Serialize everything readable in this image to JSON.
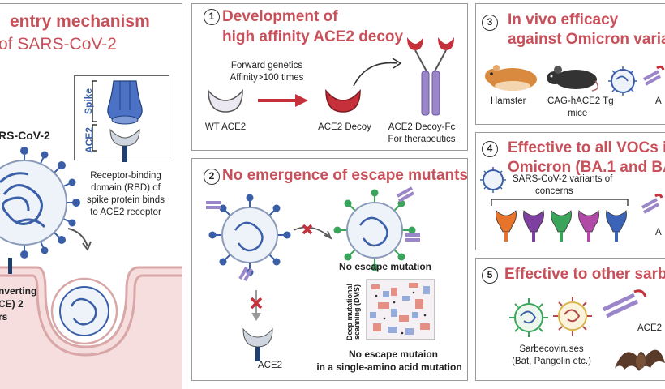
{
  "left_panel": {
    "title_line1": "entry mechanism",
    "title_line2": "of SARS-CoV-2",
    "virus_label": "RS-CoV-2",
    "spike_label": "Spike",
    "ace2_label": "ACE2",
    "rbd_text": [
      "Receptor-binding",
      "domain (RBD) of",
      "spike protein binds",
      "to ACE2 receptor"
    ],
    "converting_text": [
      "nverting",
      "CE) 2",
      "rs"
    ]
  },
  "panel1": {
    "number": "1",
    "title_line1": "Development of",
    "title_line2": "high affinity ACE2 decoy",
    "forward_genetics": "Forward genetics",
    "affinity": "Affinity>100 times",
    "wt_label": "WT ACE2",
    "decoy_label": "ACE2 Decoy",
    "fc_label_line1": "ACE2 Decoy-Fc",
    "fc_label_line2": "For therapeutics"
  },
  "panel2": {
    "number": "2",
    "title": "No emergence of escape mutants",
    "no_escape": "No escape mutation",
    "dms_line1": "Deep mutational",
    "dms_line2": "scanning (DMS)",
    "no_escape_single1": "No escape mutaion",
    "no_escape_single2": "in a single-amino acid mutation",
    "ace2_label": "ACE2"
  },
  "panel3": {
    "number": "3",
    "title_line1": "In vivo efficacy",
    "title_line2": "against Omicron varian",
    "hamster": "Hamster",
    "mice_line1": "CAG-hACE2 Tg",
    "mice_line2": "mice",
    "cut_label": "A"
  },
  "panel4": {
    "number": "4",
    "title_line1": "Effective to all VOCs in",
    "title_line2": "Omicron (BA.1 and BA",
    "variants_line1": "SARS-CoV-2 variants of",
    "variants_line2": "concerns",
    "cut_label": "A"
  },
  "panel5": {
    "number": "5",
    "title": "Effective to other sarbe",
    "ace2_label": "ACE2",
    "sarbeco_line1": "Sarbecoviruses",
    "sarbeco_line2": "(Bat, Pangolin etc.)"
  },
  "colors": {
    "title_red": "#c8505a",
    "decoy_red": "#c6303a",
    "antibody_purple": "#9b86c9",
    "spike_blue": "#3a5fa8",
    "membrane_pink": "#f6dede",
    "border_gray": "#9a9a9a"
  },
  "variant_colors": [
    "#e8742c",
    "#7d3fa0",
    "#3aa55a",
    "#b04aa6",
    "#3b64b8"
  ]
}
